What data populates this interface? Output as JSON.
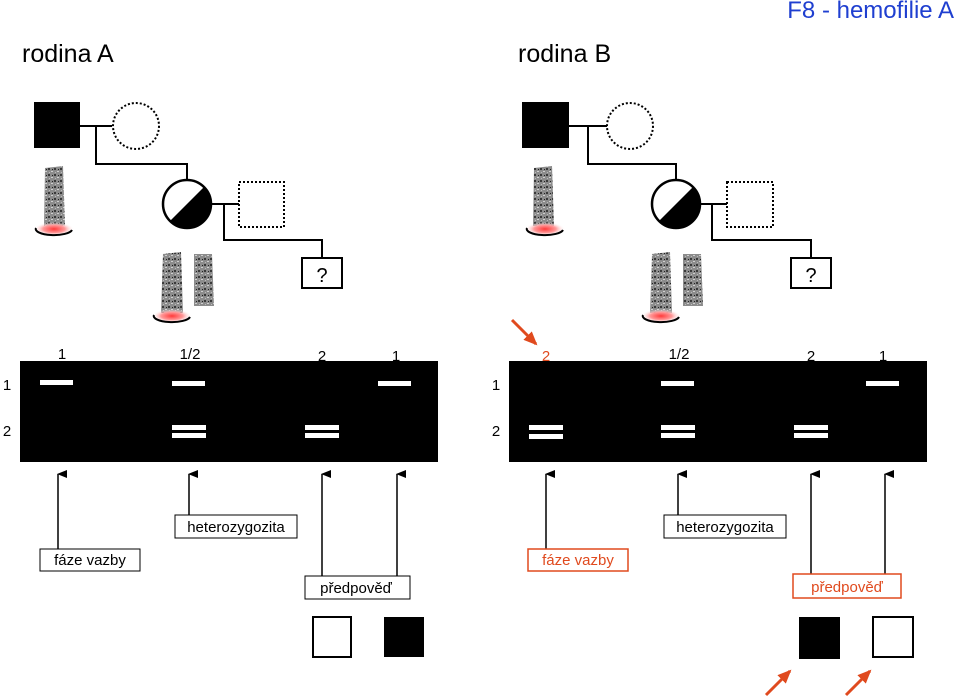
{
  "title": "F8 - hemofilie A",
  "accent_color": "#e04a1e",
  "title_color": "#1f3fd0",
  "families": [
    {
      "label": "rodina A",
      "unknown_symbol": "?",
      "lane_labels": [
        "1",
        "1/2",
        "2",
        "1"
      ],
      "row_labels": [
        "1",
        "2"
      ],
      "annotations": {
        "phase": "fáze vazby",
        "heterozygosity": "heterozygozita",
        "prediction": "předpověď"
      },
      "highlight": "none"
    },
    {
      "label": "rodina B",
      "unknown_symbol": "?",
      "lane_labels": [
        "2",
        "1/2",
        "2",
        "1"
      ],
      "row_labels": [
        "1",
        "2"
      ],
      "annotations": {
        "phase": "fáze vazby",
        "heterozygosity": "heterozygozita",
        "prediction": "předpověď"
      },
      "highlight": "phase-and-prediction"
    }
  ]
}
